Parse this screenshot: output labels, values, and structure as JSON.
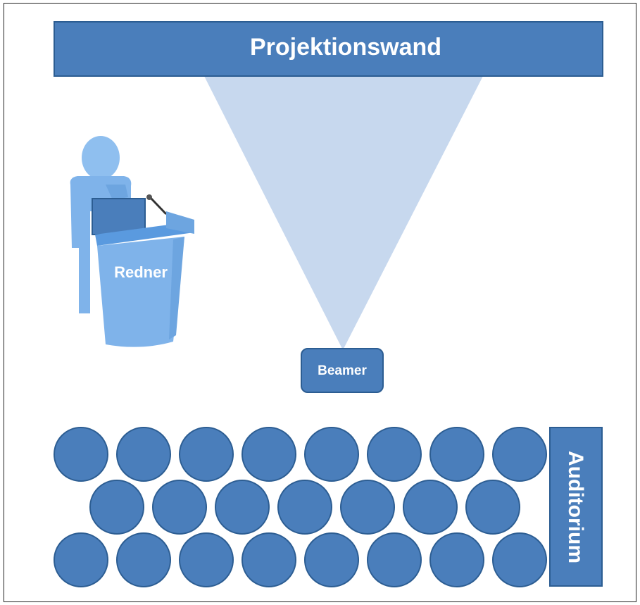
{
  "diagram": {
    "screen_label": "Projektionswand",
    "speaker_label": "Redner",
    "projector_label": "Beamer",
    "audience_label": "Auditorium"
  },
  "colors": {
    "primary_blue": "#4a7ebb",
    "border_blue": "#2c5d92",
    "light_beam": "#c7d8ee",
    "figure_blue": "#8fbfef",
    "figure_dark": "#6da5e0"
  },
  "icons": {
    "speaker": "person-at-lectern-icon"
  },
  "seats": {
    "rows": [
      8,
      7,
      8
    ]
  }
}
